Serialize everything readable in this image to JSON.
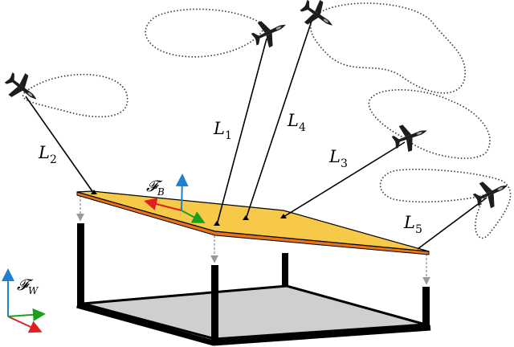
{
  "frames": {
    "body": {
      "symbol": "𝓕",
      "subscript": "B"
    },
    "world": {
      "symbol": "𝓕",
      "subscript": "W"
    }
  },
  "tethers": [
    {
      "id": "L1",
      "symbol": "L",
      "subscript": "1"
    },
    {
      "id": "L2",
      "symbol": "L",
      "subscript": "2"
    },
    {
      "id": "L3",
      "symbol": "L",
      "subscript": "3"
    },
    {
      "id": "L4",
      "symbol": "L",
      "subscript": "4"
    },
    {
      "id": "L5",
      "symbol": "L",
      "subscript": "5"
    }
  ],
  "colors": {
    "platform_top": "#f7c948",
    "platform_edge": "#e8731a",
    "floor": "#cfcfcf",
    "axis_x": "#e02020",
    "axis_y": "#1aa01a",
    "axis_z": "#1f7fd0",
    "leg_arrow": "#9a9a9a"
  },
  "icons": [
    "airplane-icon",
    "dotted-flight-path"
  ]
}
